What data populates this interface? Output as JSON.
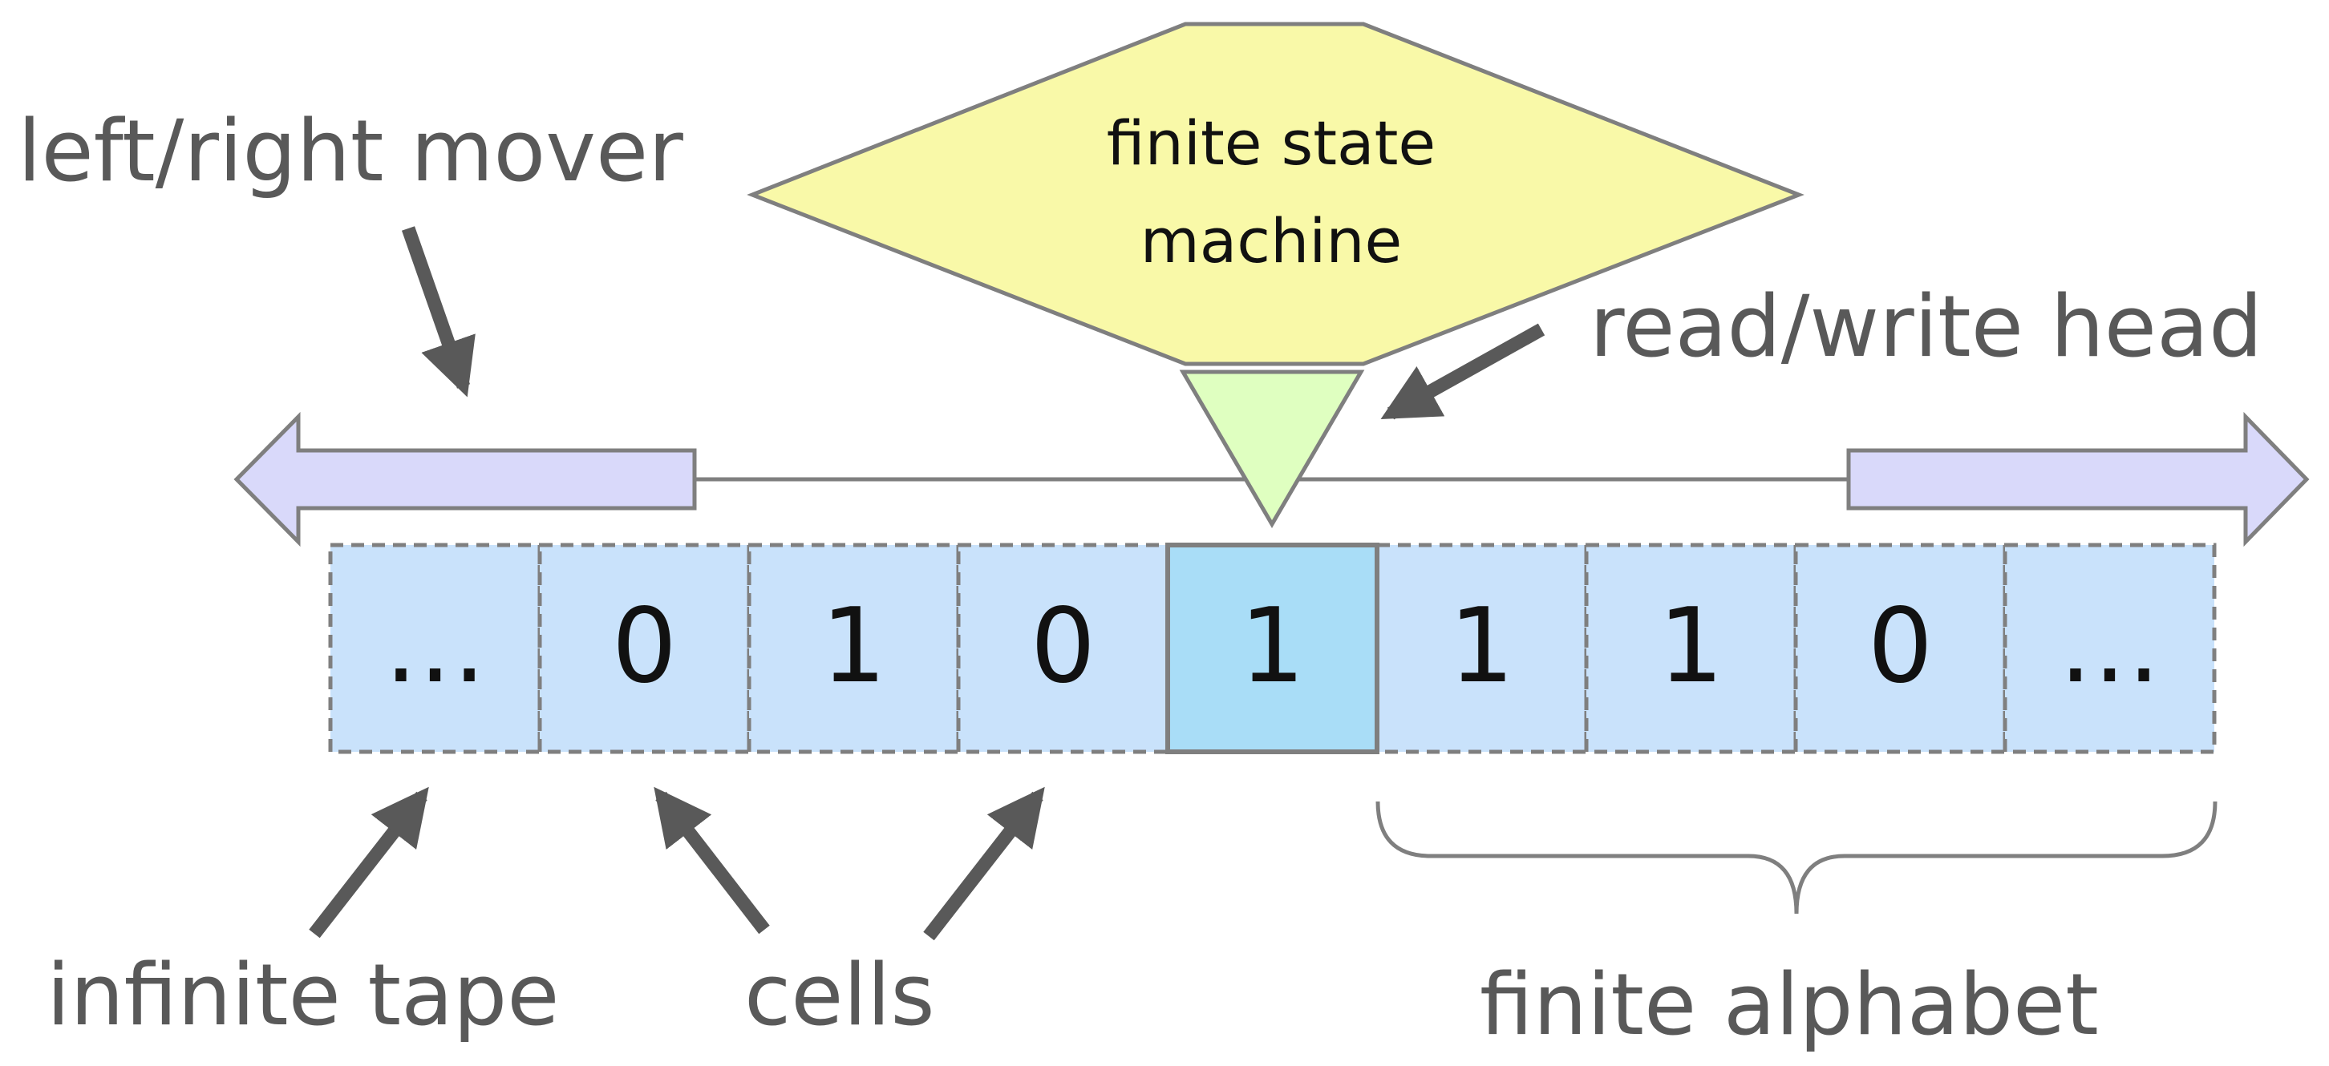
{
  "diagram": {
    "fsm": {
      "line1": "finite state",
      "line2": "machine"
    },
    "labels": {
      "mover": "left/right mover",
      "head": "read/write head",
      "tape": "infinite tape",
      "cells": "cells",
      "alphabet": "finite alphabet"
    },
    "cells": [
      "…",
      "0",
      "1",
      "0",
      "1",
      "1",
      "1",
      "0",
      "…"
    ],
    "active_cell": 4,
    "colors": {
      "fsm_fill": "#F9F9A8",
      "head_fill": "#DFFFC0",
      "cell_fill": "#C9E2FB",
      "active_cell_fill": "#A9DDF7",
      "arrow_fill": "#D9D9FA",
      "stroke": "#7F7F7F",
      "pointer": "#595959"
    }
  }
}
